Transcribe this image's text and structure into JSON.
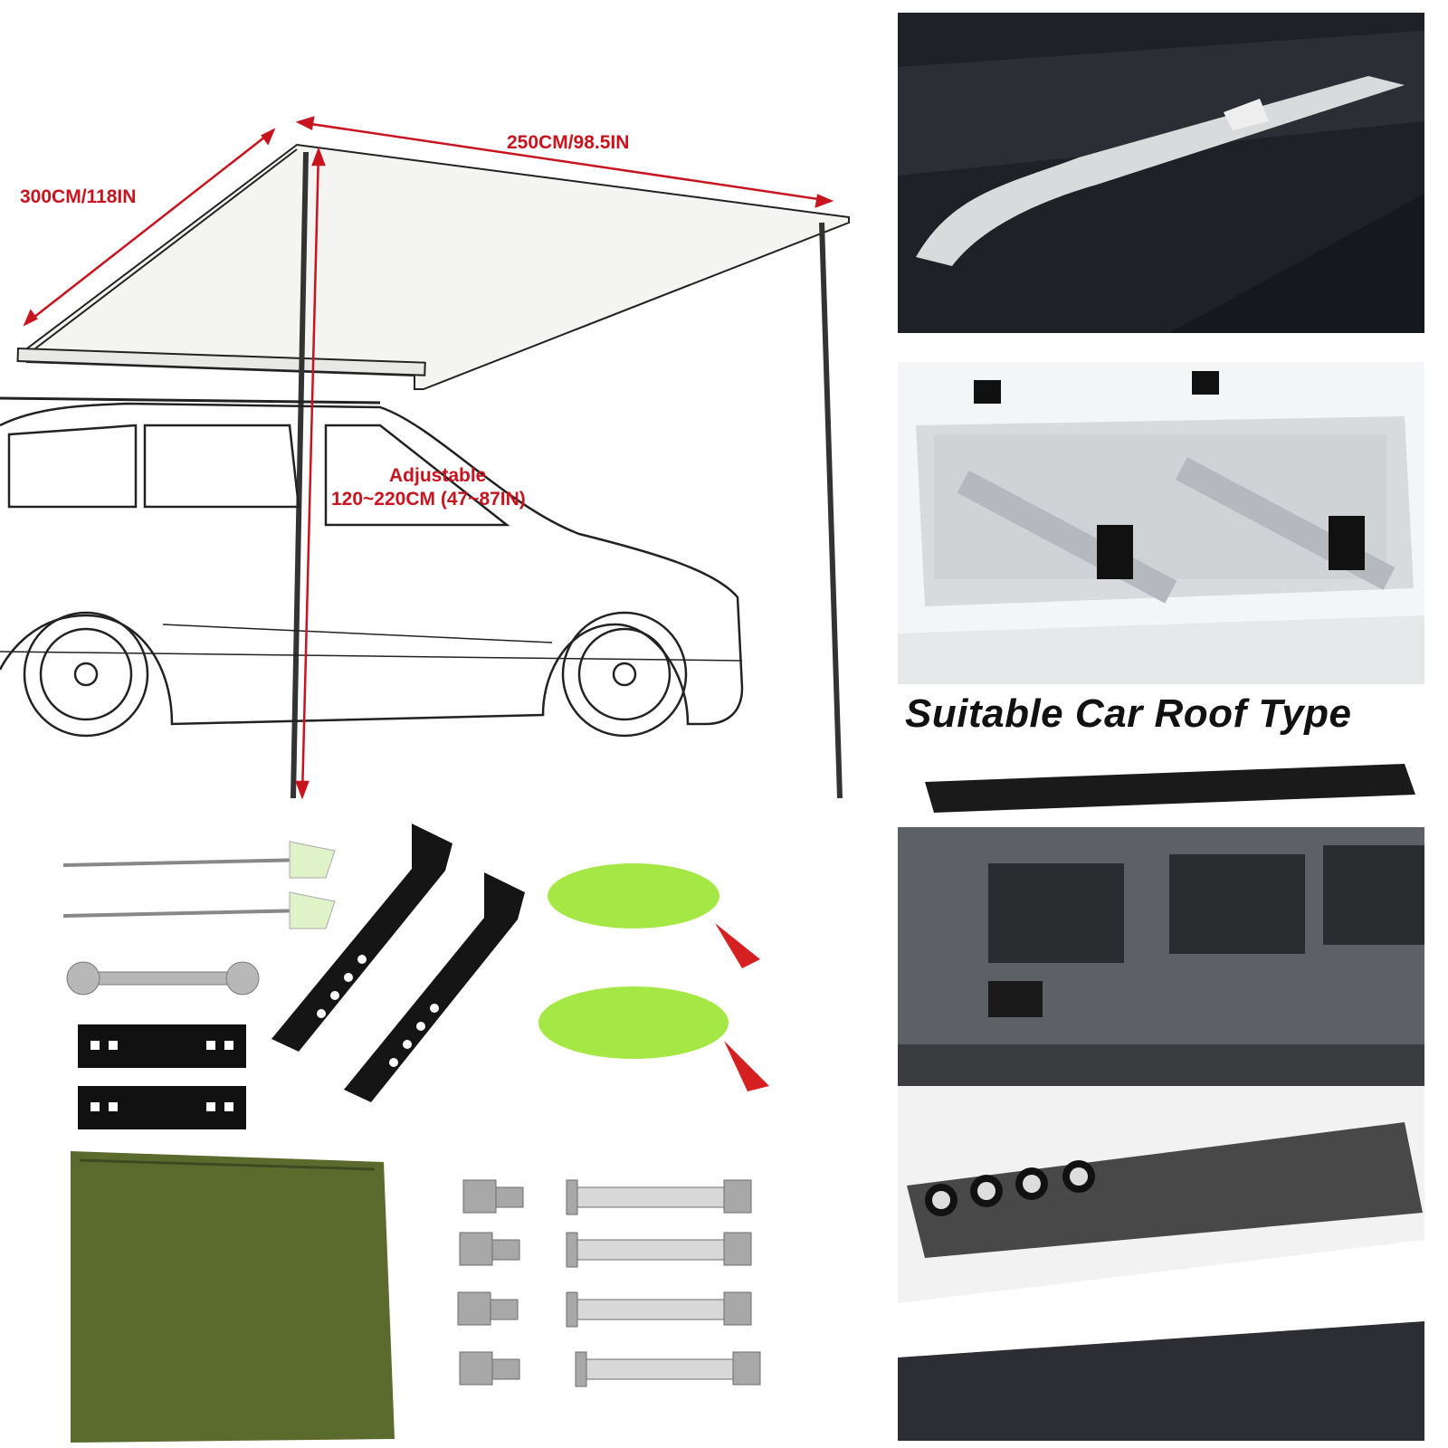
{
  "diagram": {
    "width_label": "250CM/98.5IN",
    "depth_label": "300CM/118IN",
    "height_label_line1": "Adjustable",
    "height_label_line2": "120~220CM (47~87IN)"
  },
  "roof_types": {
    "caption": "Suitable Car Roof Type",
    "panels": [
      "raised-roof-rail",
      "cross-bars",
      "flat-platform-rack",
      "basket-rack-with-lights"
    ]
  },
  "accessories": [
    "ground-stakes",
    "wrench",
    "spacer-plates",
    "mounting-brackets",
    "guy-ropes",
    "storage-bag",
    "nuts-and-bolts"
  ],
  "colors": {
    "dimension_red": "#c8141e",
    "rope_green": "#9be632",
    "bag_green": "#5b6b2e"
  }
}
